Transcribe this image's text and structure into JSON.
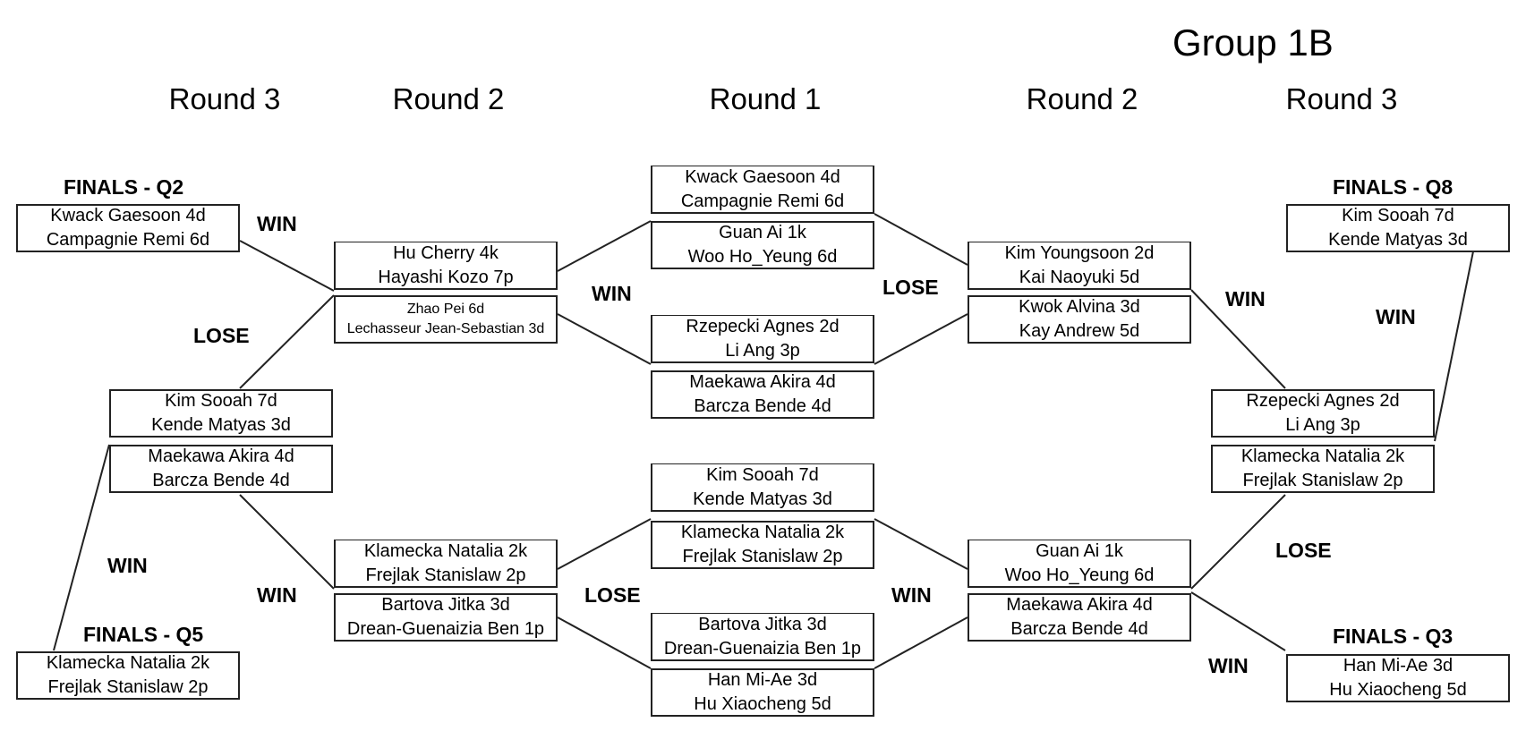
{
  "title": "Group 1B",
  "rounds": {
    "left_r3": "Round 3",
    "left_r2": "Round 2",
    "center_r1": "Round 1",
    "right_r2": "Round 2",
    "right_r3": "Round 3"
  },
  "labels": {
    "finals_q2": "FINALS - Q2",
    "finals_q5": "FINALS - Q5",
    "finals_q8": "FINALS - Q8",
    "finals_q3": "FINALS - Q3",
    "win_q2": "WIN",
    "lose_left_r3": "LOSE",
    "win_q5": "WIN",
    "win_left_r2_bottom": "WIN",
    "win_center_top": "WIN",
    "lose_center_top": "LOSE",
    "lose_center_bottom": "LOSE",
    "win_center_bottom": "WIN",
    "win_right_r2_top": "WIN",
    "win_q8": "WIN",
    "lose_right_r3": "LOSE",
    "win_q3": "WIN"
  },
  "matches": {
    "q2": [
      "Kwack Gaesoon 4d",
      "Campagnie Remi 6d"
    ],
    "q5": [
      "Klamecka Natalia 2k",
      "Frejlak Stanislaw 2p"
    ],
    "l3a": [
      "Kim Sooah 7d",
      "Kende Matyas 3d"
    ],
    "l3b": [
      "Maekawa Akira 4d",
      "Barcza Bende 4d"
    ],
    "l2a": [
      "Hu Cherry 4k",
      "Hayashi Kozo 7p"
    ],
    "l2b": [
      "Zhao Pei 6d",
      "Lechasseur Jean-Sebastian 3d"
    ],
    "l2c": [
      "Klamecka Natalia 2k",
      "Frejlak Stanislaw 2p"
    ],
    "l2d": [
      "Bartova Jitka 3d",
      "Drean-Guenaizia Ben 1p"
    ],
    "c1": [
      "Kwack Gaesoon 4d",
      "Campagnie Remi 6d"
    ],
    "c2": [
      "Guan Ai 1k",
      "Woo Ho_Yeung 6d"
    ],
    "c3": [
      "Rzepecki Agnes 2d",
      "Li Ang 3p"
    ],
    "c4": [
      "Maekawa Akira 4d",
      "Barcza Bende 4d"
    ],
    "c5": [
      "Kim Sooah 7d",
      "Kende Matyas 3d"
    ],
    "c6": [
      "Klamecka Natalia 2k",
      "Frejlak Stanislaw 2p"
    ],
    "c7": [
      "Bartova Jitka 3d",
      "Drean-Guenaizia Ben 1p"
    ],
    "c8": [
      "Han Mi-Ae 3d",
      "Hu Xiaocheng 5d"
    ],
    "r2a": [
      "Kim Youngsoon 2d",
      "Kai Naoyuki 5d"
    ],
    "r2b": [
      "Kwok Alvina 3d",
      "Kay Andrew 5d"
    ],
    "r2c": [
      "Guan Ai 1k",
      "Woo Ho_Yeung 6d"
    ],
    "r2d": [
      "Maekawa Akira 4d",
      "Barcza Bende 4d"
    ],
    "r3a": [
      "Rzepecki Agnes 2d",
      "Li Ang 3p"
    ],
    "r3b": [
      "Klamecka Natalia 2k",
      "Frejlak Stanislaw 2p"
    ],
    "q8": [
      "Kim Sooah 7d",
      "Kende Matyas 3d"
    ],
    "q3": [
      "Han Mi-Ae 3d",
      "Hu Xiaocheng 5d"
    ]
  }
}
